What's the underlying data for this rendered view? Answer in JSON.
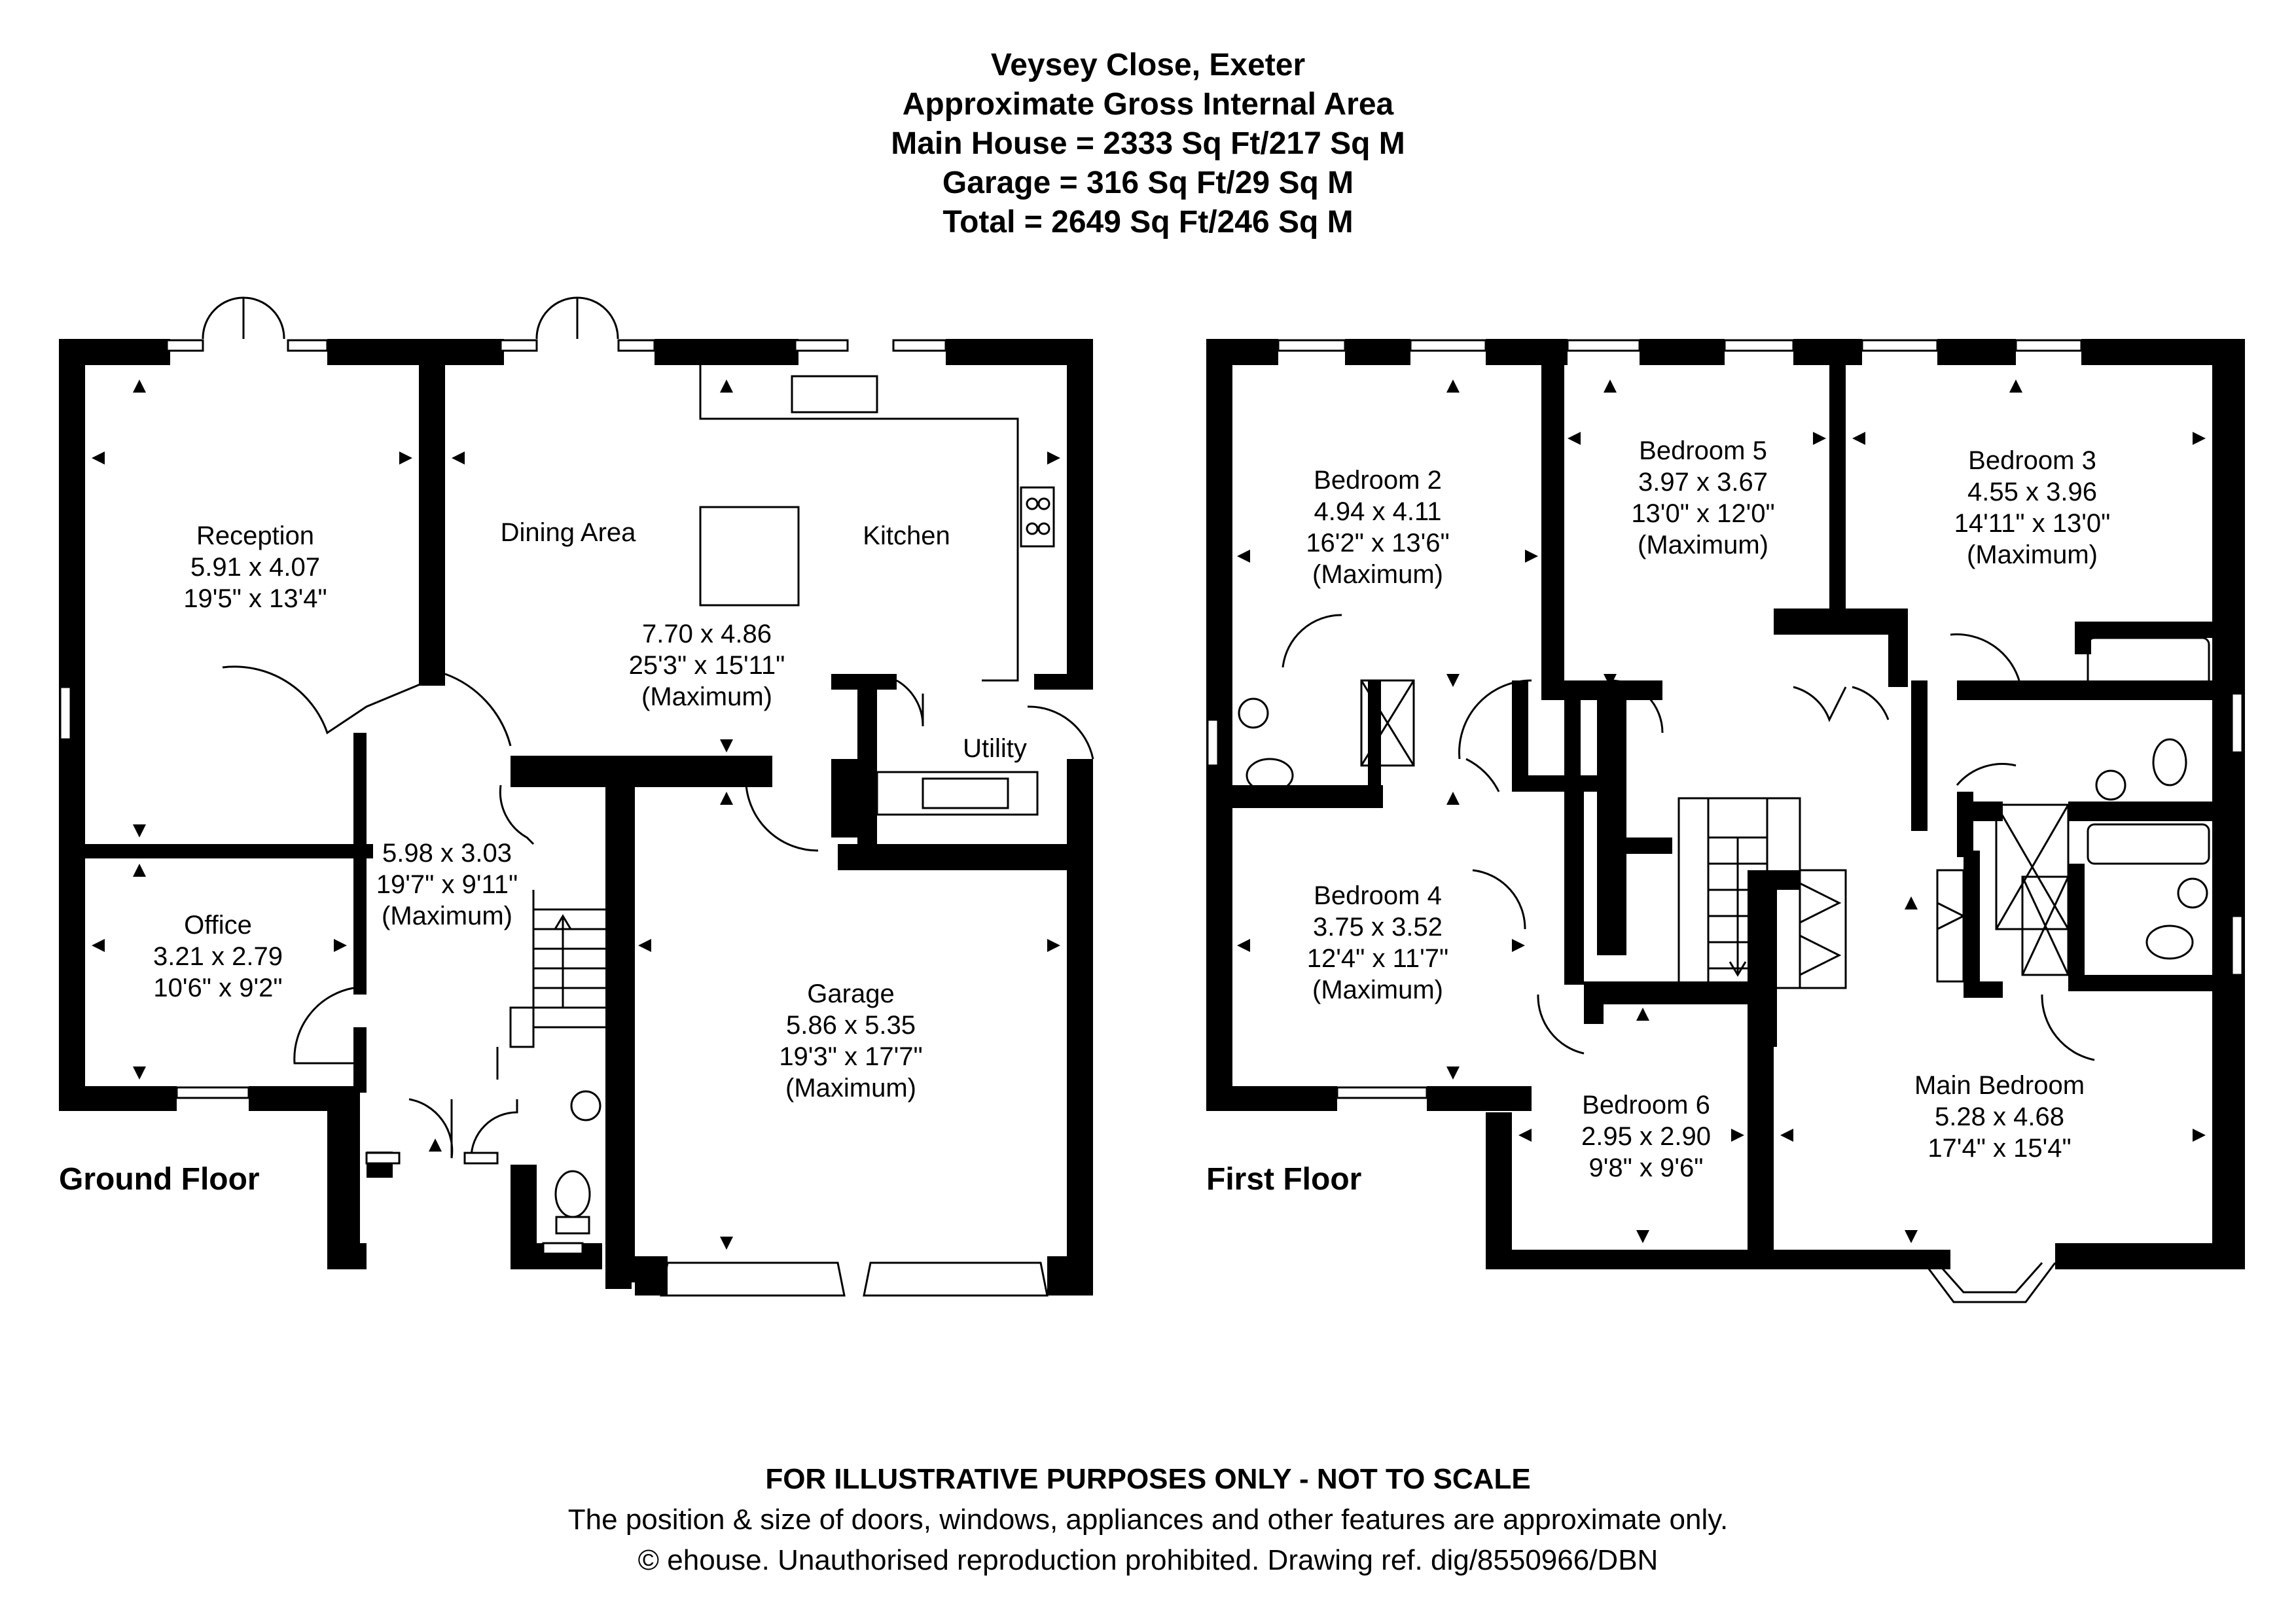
{
  "header": {
    "title": "Veysey Close, Exeter",
    "line2": "Approximate Gross Internal Area",
    "line3": "Main House = 2333 Sq Ft/217 Sq M",
    "line4": "Garage = 316 Sq Ft/29 Sq M",
    "line5": "Total = 2649 Sq Ft/246 Sq M"
  },
  "floors": {
    "ground": "Ground Floor",
    "first": "First Floor"
  },
  "rooms": {
    "reception": {
      "name": "Reception",
      "metric": "5.91 x 4.07",
      "imperial": "19'5\" x 13'4\""
    },
    "dining": {
      "name": "Dining Area"
    },
    "kitchen": {
      "name": "Kitchen",
      "metric": "7.70 x 4.86",
      "imperial": "25'3\" x 15'11\"",
      "note": "(Maximum)"
    },
    "utility": {
      "name": "Utility"
    },
    "hall": {
      "metric": "5.98 x 3.03",
      "imperial": "19'7\" x 9'11\"",
      "note": "(Maximum)"
    },
    "office": {
      "name": "Office",
      "metric": "3.21 x 2.79",
      "imperial": "10'6\" x 9'2\""
    },
    "garage": {
      "name": "Garage",
      "metric": "5.86 x 5.35",
      "imperial": "19'3\" x 17'7\"",
      "note": "(Maximum)"
    },
    "bedroom2": {
      "name": "Bedroom 2",
      "metric": "4.94 x 4.11",
      "imperial": "16'2\" x 13'6\"",
      "note": "(Maximum)"
    },
    "bedroom5": {
      "name": "Bedroom 5",
      "metric": "3.97 x 3.67",
      "imperial": "13'0\" x 12'0\"",
      "note": "(Maximum)"
    },
    "bedroom3": {
      "name": "Bedroom 3",
      "metric": "4.55 x 3.96",
      "imperial": "14'11\" x 13'0\"",
      "note": "(Maximum)"
    },
    "bedroom4": {
      "name": "Bedroom 4",
      "metric": "3.75 x 3.52",
      "imperial": "12'4\" x 11'7\"",
      "note": "(Maximum)"
    },
    "bedroom6": {
      "name": "Bedroom 6",
      "metric": "2.95 x 2.90",
      "imperial": "9'8\" x 9'6\""
    },
    "main_bedroom": {
      "name": "Main Bedroom",
      "metric": "5.28 x 4.68",
      "imperial": "17'4\" x 15'4\""
    }
  },
  "footer": {
    "disclaimer": "FOR ILLUSTRATIVE PURPOSES ONLY - NOT TO SCALE",
    "note": "The position & size of doors, windows, appliances and other features are approximate only.",
    "copyright": "© ehouse. Unauthorised reproduction prohibited. Drawing ref. dig/8550966/DBN"
  },
  "colors": {
    "wall": "#000000",
    "background": "#ffffff"
  }
}
